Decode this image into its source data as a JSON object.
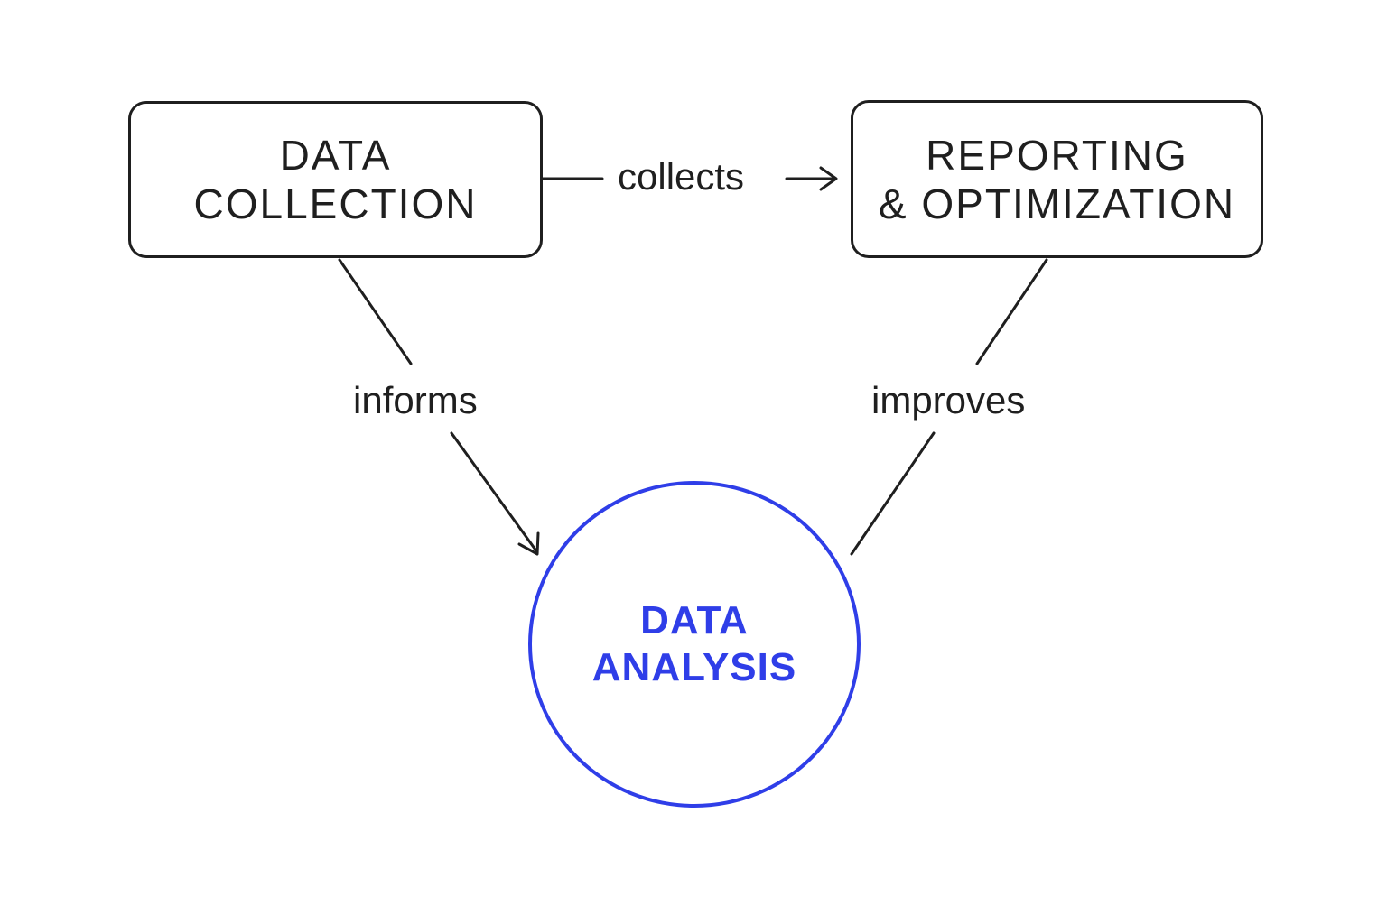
{
  "diagram": {
    "nodes": {
      "data_collection": {
        "lines": [
          "DATA",
          "COLLECTION"
        ]
      },
      "reporting_optimization": {
        "lines": [
          "REPORTING",
          "& OPTIMIZATION"
        ]
      },
      "data_analysis": {
        "lines": [
          "DATA",
          "ANALYSIS"
        ]
      }
    },
    "edges": {
      "collects": {
        "label": "collects",
        "from": "data_collection",
        "to": "reporting_optimization"
      },
      "informs": {
        "label": "informs",
        "from": "data_collection",
        "to": "data_analysis"
      },
      "improves": {
        "label": "improves",
        "from": "data_analysis",
        "to": "reporting_optimization"
      }
    },
    "colors": {
      "ink": "#1f1f1f",
      "accent": "#2f3ee8",
      "background": "#ffffff"
    }
  }
}
